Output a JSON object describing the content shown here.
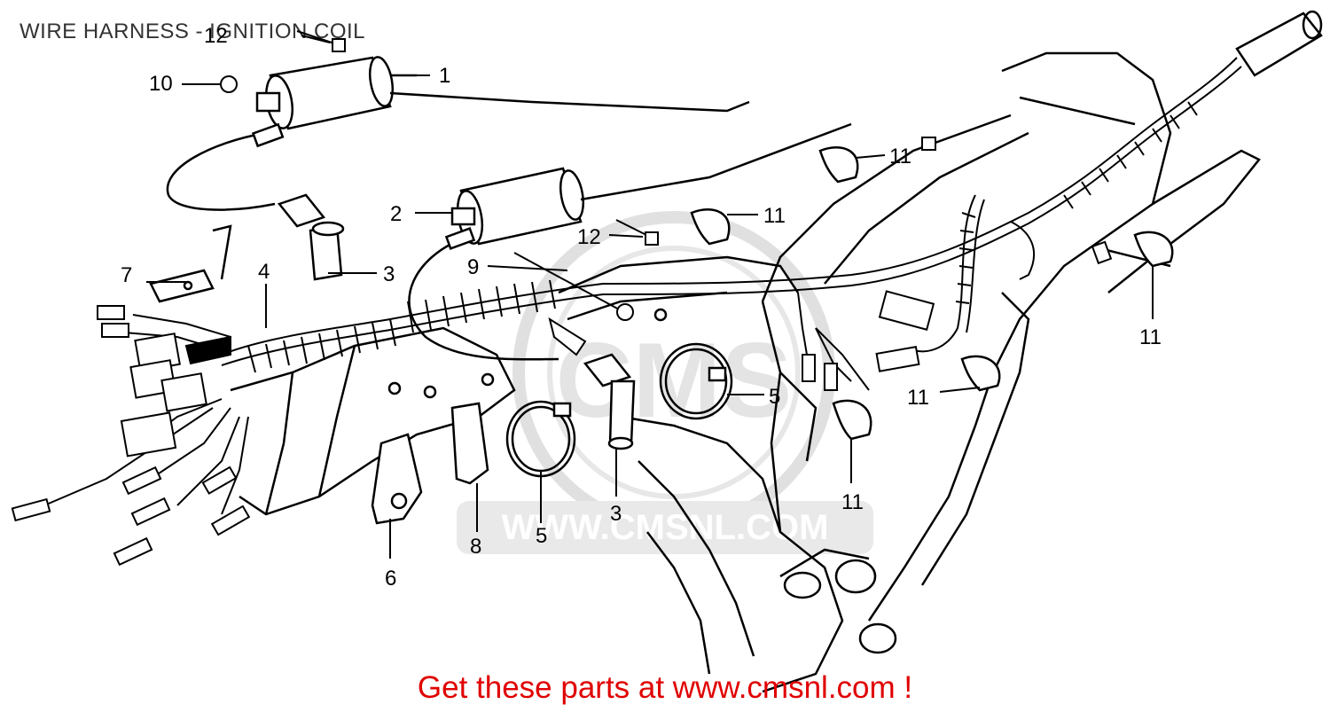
{
  "diagram": {
    "title": "WIRE HARNESS - IGNITION COIL",
    "watermark_text": "WWW.CMSNL.COM",
    "watermark_logo": "CMS",
    "callouts": [
      "1",
      "2",
      "3",
      "3",
      "4",
      "5",
      "5",
      "6",
      "7",
      "8",
      "9",
      "10",
      "11",
      "11",
      "11",
      "11",
      "11",
      "12",
      "12"
    ]
  },
  "footer": {
    "text": "Get these parts at www.cmsnl.com !",
    "color": "#e00000"
  },
  "colors": {
    "line": "#000000",
    "watermark": "#c8c8c8"
  }
}
